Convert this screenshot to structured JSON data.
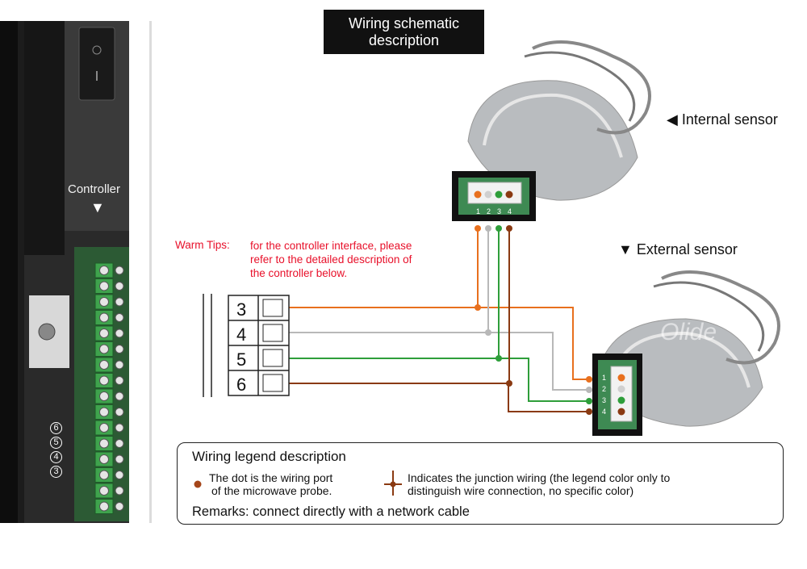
{
  "title": {
    "line1": "Wiring schematic",
    "line2": "description"
  },
  "controller": {
    "label": "Controller",
    "arrow": "▼",
    "terminal_numbers": [
      "6",
      "5",
      "4",
      "3"
    ]
  },
  "sensors": {
    "internal": "◀ Internal sensor",
    "external": "▼  External sensor"
  },
  "warm_tips": {
    "label": "Warm Tips:",
    "lines": [
      "for the controller interface, please",
      "refer to the detailed description of",
      "the controller below."
    ]
  },
  "terminal_block": {
    "numbers": [
      "3",
      "4",
      "5",
      "6"
    ]
  },
  "connector_pins": [
    "1",
    "2",
    "3",
    "4"
  ],
  "watermark": "Olide",
  "legend": {
    "title": "Wiring legend description",
    "dot_line1": "The dot is the wiring port",
    "dot_line2": "of the microwave probe.",
    "junction_line1": "Indicates the junction wiring (the legend color only to",
    "junction_line2": "distinguish wire connection, no specific color)",
    "remarks": "Remarks: connect directly with a network cable"
  },
  "colors": {
    "wire_orange": "#e8701e",
    "wire_gray": "#b8b8b8",
    "wire_green": "#2e9e3a",
    "wire_brown": "#8a3a12",
    "warm_tips_red": "#e8102a",
    "legend_dot": "#a5461a"
  }
}
